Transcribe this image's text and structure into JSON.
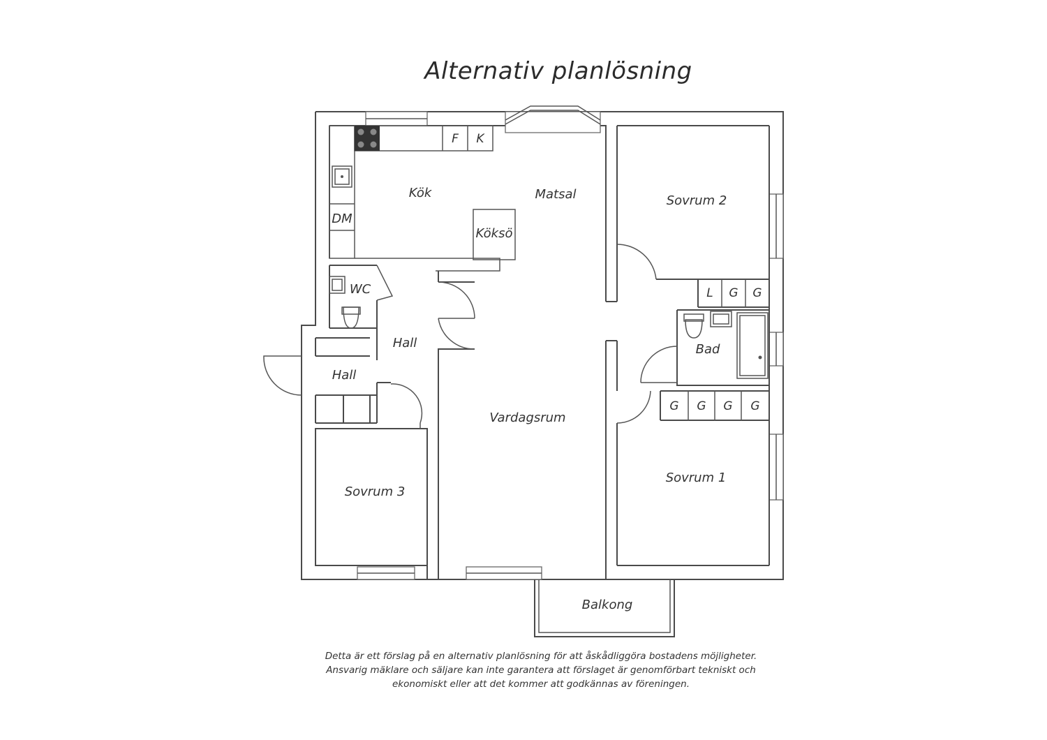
{
  "title": "Alternativ planlösning",
  "rooms": {
    "kok": "Kök",
    "matsal": "Matsal",
    "koksö": "Köksö",
    "dm": "DM",
    "wc": "WC",
    "hall_inner": "Hall",
    "hall_entry": "Hall",
    "vardagsrum": "Vardagsrum",
    "sovrum1": "Sovrum 1",
    "sovrum2": "Sovrum 2",
    "sovrum3": "Sovrum 3",
    "bad": "Bad",
    "balkong": "Balkong"
  },
  "fixtures": {
    "fridge": "F",
    "freezer": "K",
    "linen": "L",
    "wardrobe": "G"
  },
  "disclaimer": [
    "Detta är ett förslag på en alternativ planlösning för att åskådliggöra bostadens möjligheter.",
    "Ansvarig mäklare och säljare kan inte garantera att förslaget är genomförbart tekniskt och",
    "ekonomiskt eller att det kommer att godkännas av föreningen."
  ]
}
